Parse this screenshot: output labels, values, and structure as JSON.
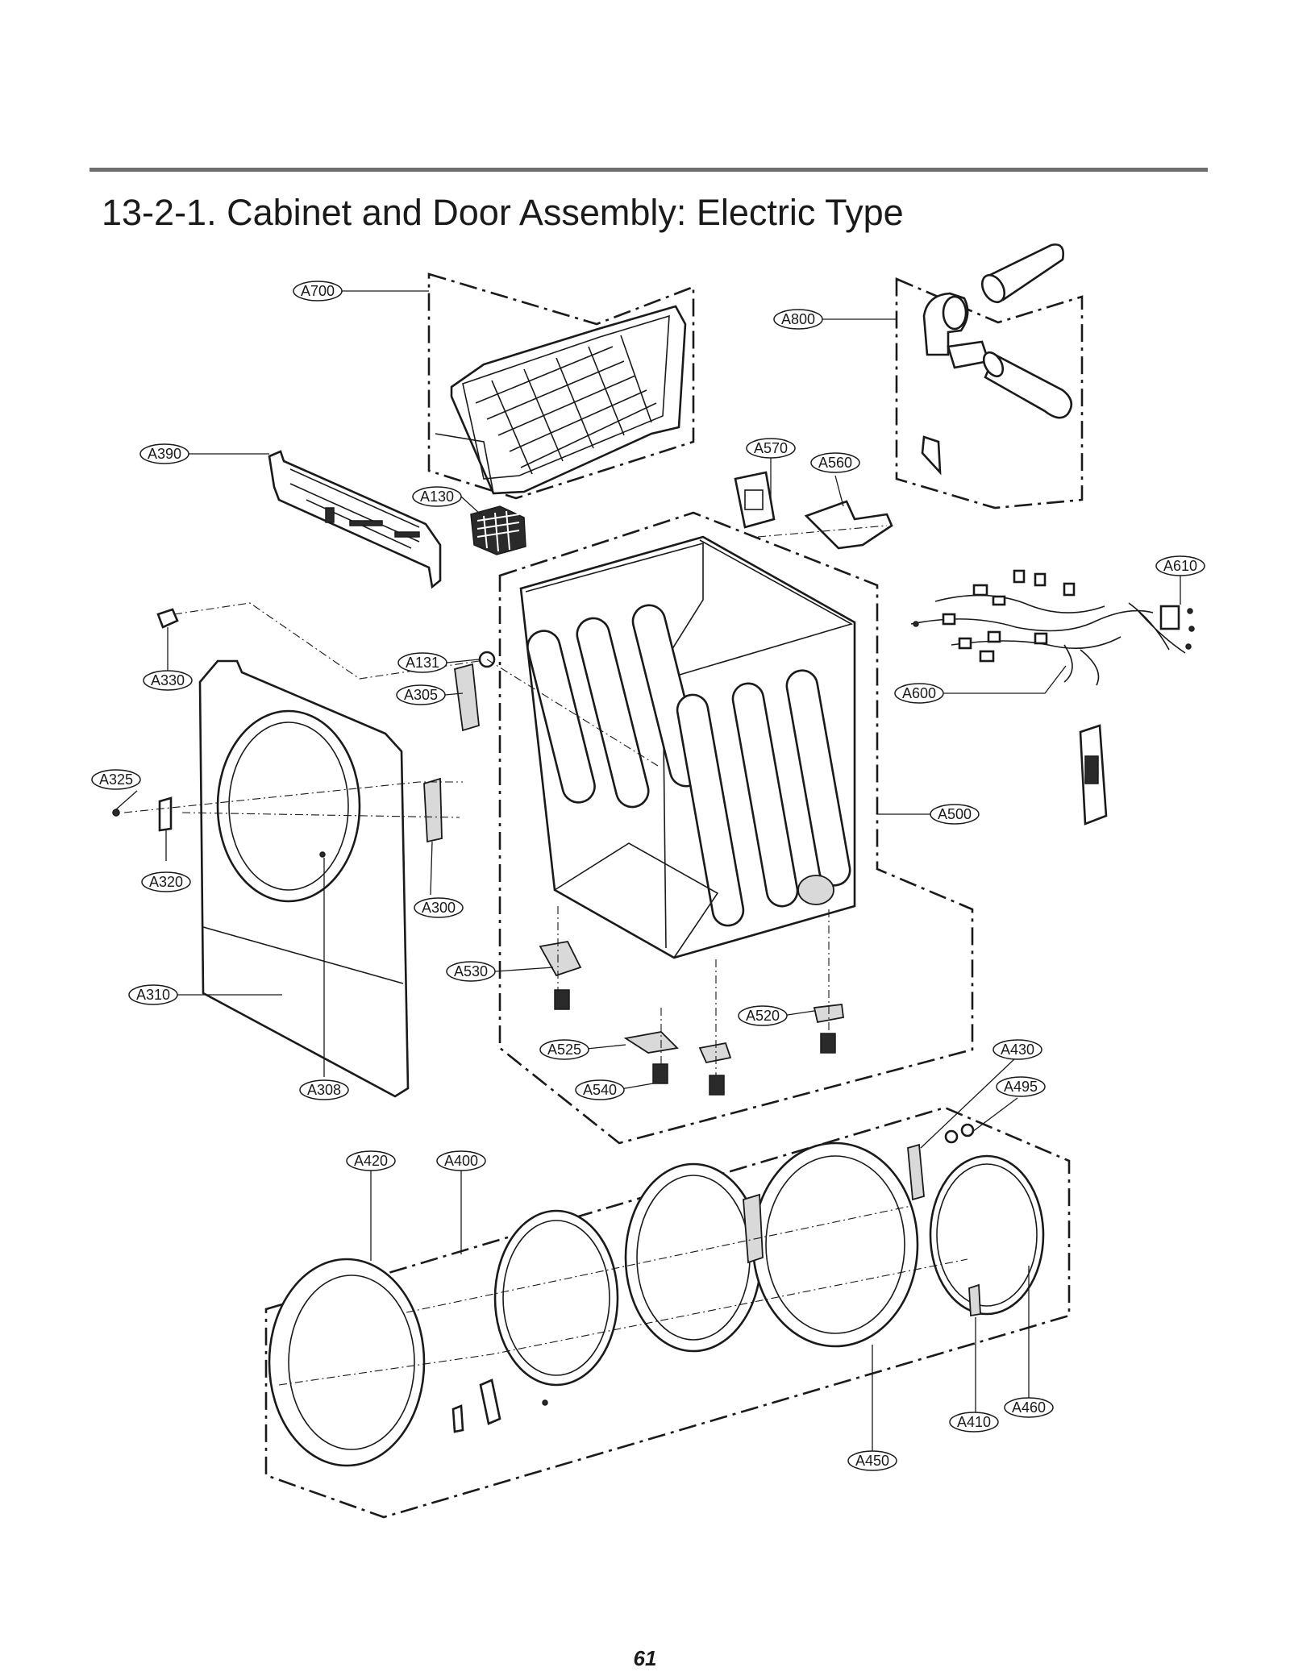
{
  "header": {
    "title": "13-2-1. Cabinet and Door Assembly: Electric Type"
  },
  "footer": {
    "page_number": "61"
  },
  "callouts": [
    {
      "id": "A700",
      "label": "A700"
    },
    {
      "id": "A390",
      "label": "A390"
    },
    {
      "id": "A130",
      "label": "A130"
    },
    {
      "id": "A800",
      "label": "A800"
    },
    {
      "id": "A570",
      "label": "A570"
    },
    {
      "id": "A560",
      "label": "A560"
    },
    {
      "id": "A610",
      "label": "A610"
    },
    {
      "id": "A330",
      "label": "A330"
    },
    {
      "id": "A131",
      "label": "A131"
    },
    {
      "id": "A305",
      "label": "A305"
    },
    {
      "id": "A600",
      "label": "A600"
    },
    {
      "id": "A325",
      "label": "A325"
    },
    {
      "id": "A500",
      "label": "A500"
    },
    {
      "id": "A320",
      "label": "A320"
    },
    {
      "id": "A300",
      "label": "A300"
    },
    {
      "id": "A530",
      "label": "A530"
    },
    {
      "id": "A310",
      "label": "A310"
    },
    {
      "id": "A520",
      "label": "A520"
    },
    {
      "id": "A525",
      "label": "A525"
    },
    {
      "id": "A430",
      "label": "A430"
    },
    {
      "id": "A540",
      "label": "A540"
    },
    {
      "id": "A308",
      "label": "A308"
    },
    {
      "id": "A495",
      "label": "A495"
    },
    {
      "id": "A420",
      "label": "A420"
    },
    {
      "id": "A400",
      "label": "A400"
    },
    {
      "id": "A460",
      "label": "A460"
    },
    {
      "id": "A410",
      "label": "A410"
    },
    {
      "id": "A450",
      "label": "A450"
    }
  ]
}
